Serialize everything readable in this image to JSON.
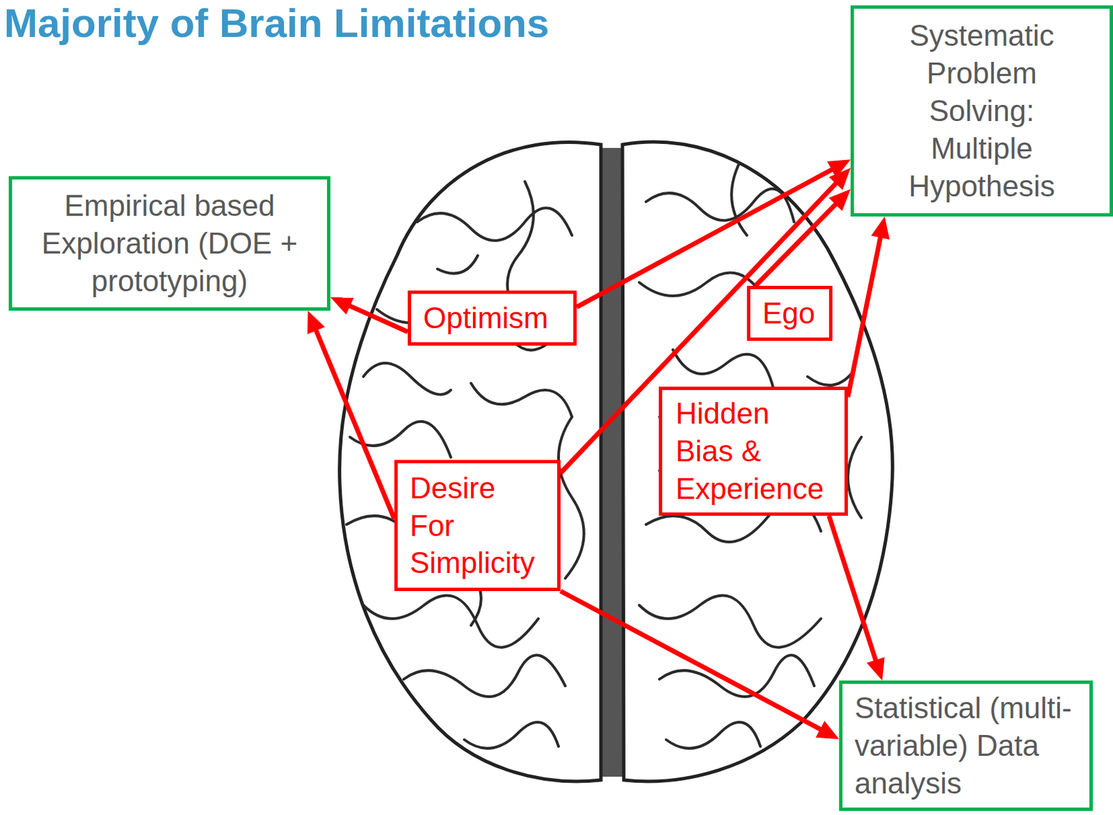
{
  "diagram": {
    "title": "Majority of Brain Limitations",
    "nodes": [
      {
        "text": [
          "Systematic Problem Solving: Multiple Hypothesis"
        ]
      },
      {
        "text": [
          "Empirical based Exploration (DOE + prototyping)"
        ]
      },
      {
        "text": [
          "Optimism"
        ]
      },
      {
        "text": [
          "Ego"
        ]
      },
      {
        "text": [
          "Hidden Bias & Experience"
        ]
      },
      {
        "text": [
          "Desire For Simplicity"
        ]
      },
      {
        "text": [
          "Statistical (multi-variable) Data analysis"
        ]
      }
    ],
    "edges": [
      {
        "from": 2,
        "to": 1,
        "arrow": "to"
      },
      {
        "from": 2,
        "to": 0,
        "arrow": "to"
      },
      {
        "from": 3,
        "to": 0,
        "arrow": "to"
      },
      {
        "from": 5,
        "to": 0,
        "arrow": "to"
      },
      {
        "from": 5,
        "to": 1,
        "arrow": "to"
      },
      {
        "from": 5,
        "to": 6,
        "arrow": "to"
      },
      {
        "from": 4,
        "to": 0,
        "arrow": "to"
      },
      {
        "from": 4,
        "to": 6,
        "arrow": "to"
      }
    ]
  }
}
